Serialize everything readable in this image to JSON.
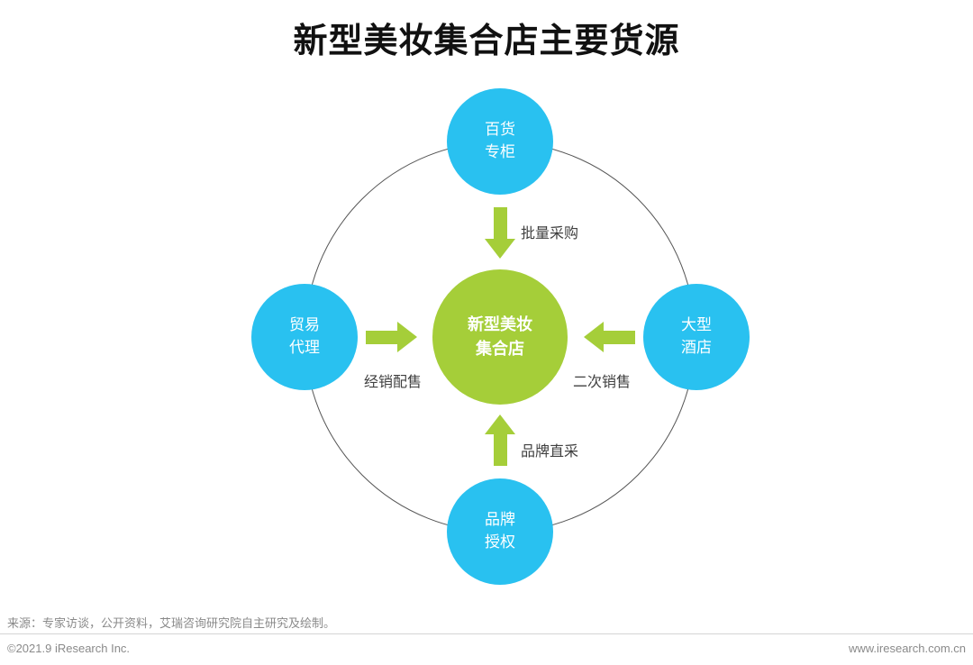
{
  "title": "新型美妆集合店主要货源",
  "diagram": {
    "center": {
      "line1": "新型美妆",
      "line2": "集合店"
    },
    "nodes": {
      "top": {
        "line1": "百货",
        "line2": "专柜"
      },
      "left": {
        "line1": "贸易",
        "line2": "代理"
      },
      "right": {
        "line1": "大型",
        "line2": "酒店"
      },
      "bottom": {
        "line1": "品牌",
        "line2": "授权"
      }
    },
    "flows": {
      "top": "批量采购",
      "left": "经销配售",
      "right": "二次销售",
      "bottom": "品牌直采"
    },
    "colors": {
      "node": "#29C1F0",
      "center": "#A5CE39",
      "arrow": "#A5CE39",
      "ring": "#555555"
    }
  },
  "footer": {
    "source": "来源：专家访谈，公开资料，艾瑞咨询研究院自主研究及绘制。",
    "copyright": "©2021.9 iResearch Inc.",
    "website": "www.iresearch.com.cn"
  }
}
